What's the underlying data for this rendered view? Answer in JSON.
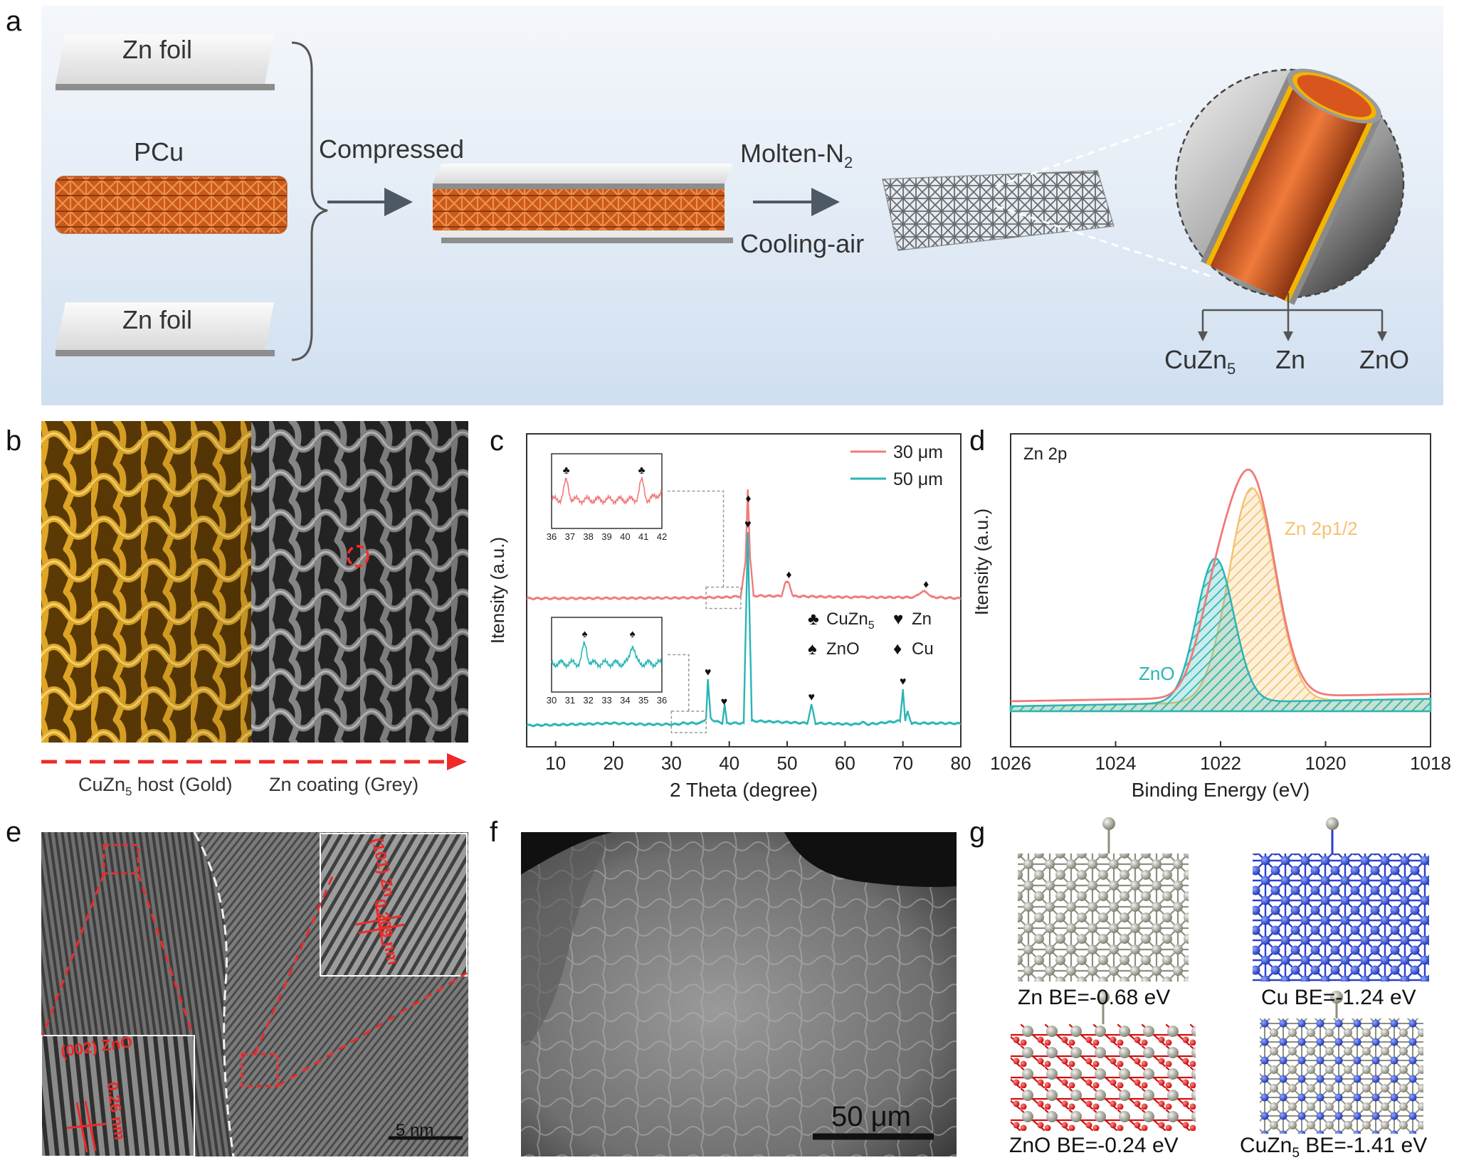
{
  "panels": {
    "a": {
      "label": "a",
      "zn_foil_top": "Zn foil",
      "pcu": "PCu",
      "zn_foil_bottom": "Zn foil",
      "compressed": "Compressed",
      "molten": "Molten-N",
      "molten_sub": "2",
      "cooling": "Cooling-air",
      "components": [
        {
          "text": "CuZn",
          "sub": "5"
        },
        {
          "text": "Zn",
          "sub": ""
        },
        {
          "text": "ZnO",
          "sub": ""
        }
      ]
    },
    "b": {
      "label": "b",
      "caption_left": "CuZn",
      "caption_left_sub": "5",
      "caption_left_rest": " host (Gold)",
      "caption_right": "Zn coating (Grey)"
    },
    "c": {
      "label": "c"
    },
    "d": {
      "label": "d"
    },
    "e": {
      "label": "e",
      "zno_plane": "(002) ZnO",
      "zno_spacing": "0.26 nm",
      "zn_plane": "(101) Zn",
      "zn_spacing": "0.209 nm",
      "scale": "5 nm"
    },
    "f": {
      "label": "f",
      "scale": "50 μm"
    },
    "g": {
      "label": "g",
      "structures": [
        {
          "name": "Zn",
          "sub": "",
          "be": " BE=-0.68 eV"
        },
        {
          "name": "Cu",
          "sub": "",
          "be": " BE=-1.24 eV"
        },
        {
          "name": "ZnO",
          "sub": "",
          "be": " BE=-0.24 eV"
        },
        {
          "name": "CuZn",
          "sub": "5",
          "be": " BE=-1.41 eV"
        }
      ]
    }
  },
  "chart_data": [
    {
      "id": "c",
      "type": "line",
      "xlabel": "2 Theta (degree)",
      "ylabel": "Itensity (a.u.)",
      "xlim": [
        5,
        80
      ],
      "xticks": [
        10,
        20,
        30,
        40,
        50,
        60,
        70,
        80
      ],
      "legend": {
        "placement": "top-right"
      },
      "series": [
        {
          "name": "30 μm",
          "color": "#f07a7a",
          "baseline": 0.62,
          "x": [
            5,
            30,
            36,
            40,
            42,
            42.8,
            43.2,
            43.6,
            44.2,
            49,
            49.7,
            50.3,
            51,
            62,
            62.6,
            63.2,
            72,
            73,
            73.6,
            74.2,
            75,
            80
          ],
          "y": [
            0,
            0.002,
            0.004,
            0.006,
            0.01,
            0.16,
            0.48,
            0.18,
            0.012,
            0.01,
            0.07,
            0.07,
            0.01,
            0.005,
            0.01,
            0.005,
            0.005,
            0.026,
            0.03,
            0.026,
            0.006,
            0
          ]
        },
        {
          "name": "50 μm",
          "color": "#2ab5b5",
          "baseline": 0.0,
          "x": [
            5,
            15,
            20,
            25,
            31,
            32,
            35,
            36,
            36.3,
            36.8,
            37.5,
            38.8,
            39.2,
            39.6,
            42.5,
            43.2,
            43.9,
            53.5,
            54.2,
            54.9,
            62,
            63,
            64,
            69.5,
            70,
            70.4,
            70.8,
            71.5,
            77,
            80
          ],
          "y": [
            0,
            0.006,
            0.01,
            0.005,
            0.005,
            0.01,
            0.01,
            0.03,
            0.2,
            0.03,
            0.02,
            0.01,
            0.09,
            0.01,
            0.01,
            0.85,
            0.02,
            0.01,
            0.09,
            0.01,
            0.005,
            0.014,
            0.005,
            0.02,
            0.16,
            0.02,
            0.06,
            0.01,
            0.01,
            0.008
          ]
        }
      ],
      "marker_legend": [
        {
          "symbol": "♣",
          "label": "CuZn",
          "sub": "5"
        },
        {
          "symbol": "♥",
          "label": "Zn",
          "sub": ""
        },
        {
          "symbol": "♠",
          "label": "ZnO",
          "sub": ""
        },
        {
          "symbol": "♦",
          "label": "Cu",
          "sub": ""
        }
      ],
      "peak_markers": [
        {
          "series": "30 μm",
          "symbol": "♦",
          "x": [
            43.3,
            50.3,
            74
          ]
        },
        {
          "series": "50 μm",
          "symbol": "♥",
          "x": [
            36.3,
            39.1,
            43.2,
            54.2,
            70
          ]
        }
      ],
      "insets": [
        {
          "for": "30 μm",
          "xlim": [
            36,
            42
          ],
          "xticks": [
            36,
            37,
            38,
            39,
            40,
            41,
            42
          ],
          "peaks": [
            {
              "symbol": "♣",
              "x": 36.8
            },
            {
              "symbol": "♣",
              "x": 40.9
            }
          ]
        },
        {
          "for": "50 μm",
          "xlim": [
            30,
            36
          ],
          "xticks": [
            30,
            31,
            32,
            33,
            34,
            35,
            36
          ],
          "peaks": [
            {
              "symbol": "♠",
              "x": 31.8
            },
            {
              "symbol": "♠",
              "x": 34.4
            }
          ]
        }
      ]
    },
    {
      "id": "d",
      "type": "area",
      "title": "Zn 2p",
      "xlabel": "Binding Energy (eV)",
      "ylabel": "Itensity (a.u.)",
      "xlim": [
        1026,
        1018
      ],
      "xticks": [
        1026,
        1024,
        1022,
        1020,
        1018
      ],
      "series": [
        {
          "name": "ZnO",
          "type": "gaussian",
          "center": 1022.1,
          "height": 0.58,
          "color": "#2ab5b5"
        },
        {
          "name": "Zn 2p1/2",
          "type": "gaussian",
          "center": 1021.4,
          "height": 0.86,
          "color": "#f5c270"
        },
        {
          "name": "envelope",
          "type": "sum",
          "color": "#f07a7a"
        }
      ]
    }
  ]
}
